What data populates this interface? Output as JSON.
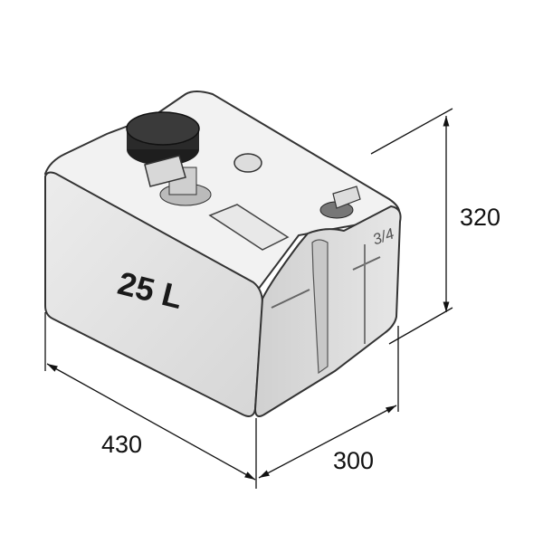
{
  "product": {
    "capacity_label": "25 L",
    "gauge_mark": "3/4"
  },
  "dimensions": {
    "length": "430",
    "width": "300",
    "height": "320"
  },
  "colors": {
    "tank_body": "#e2e2e2",
    "tank_outline": "#333333",
    "cap": "#2a2a2a",
    "dimension_line": "#111111"
  }
}
